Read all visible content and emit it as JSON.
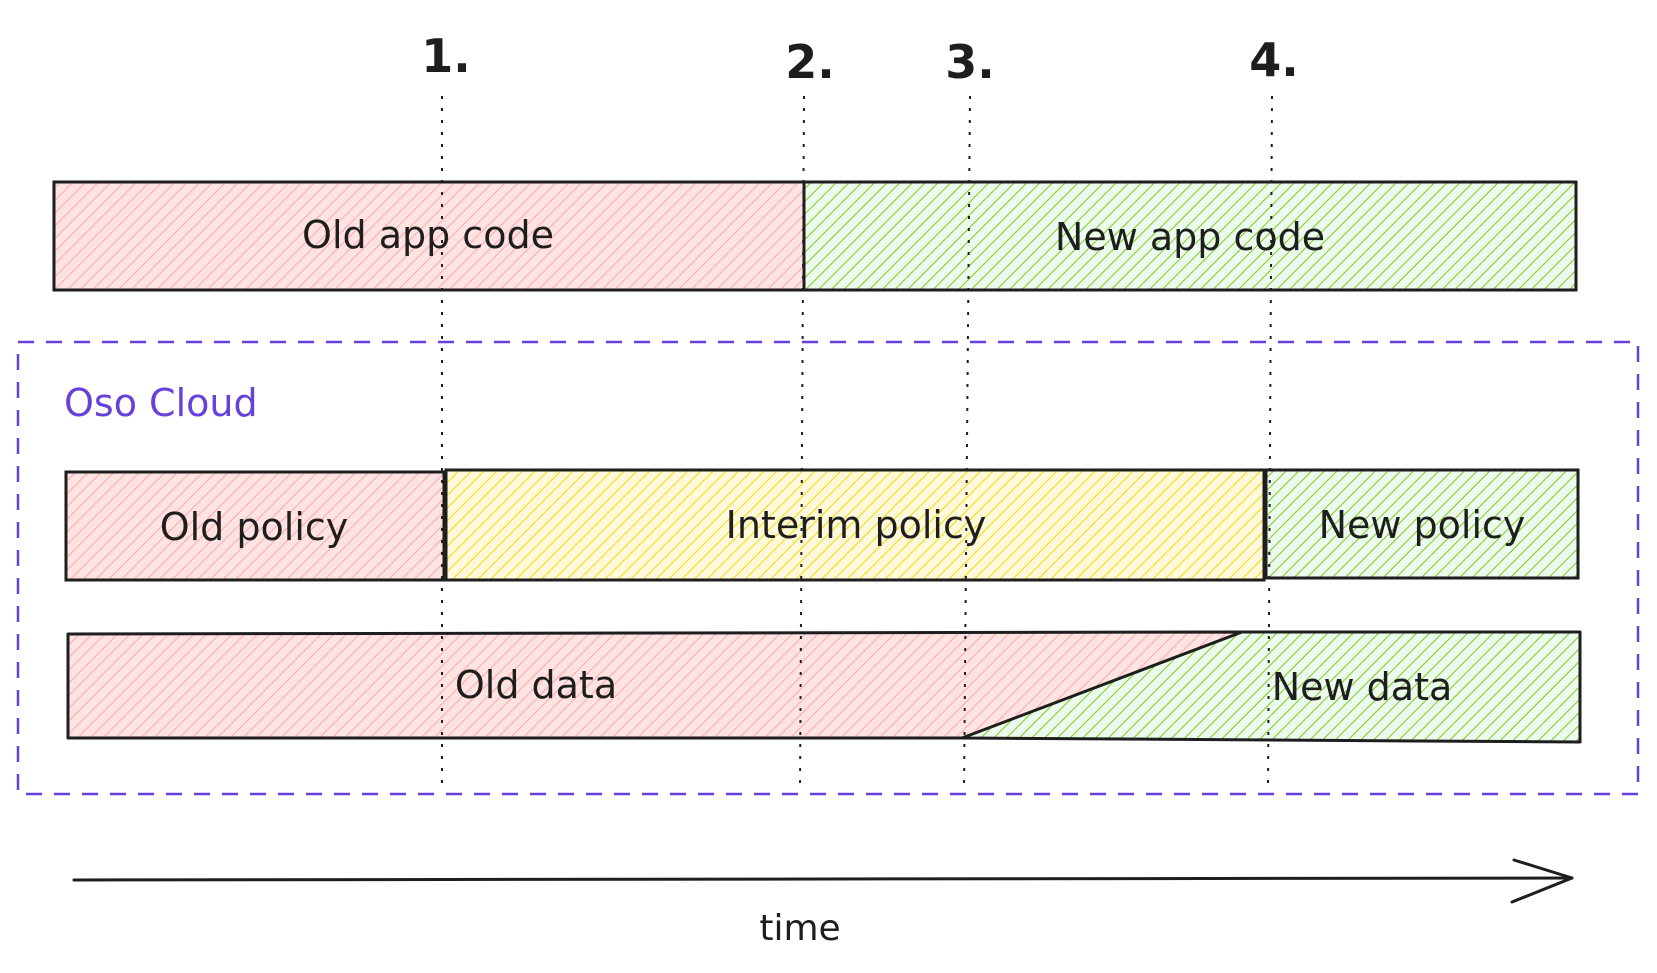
{
  "markers": [
    "1.",
    "2.",
    "3.",
    "4."
  ],
  "app_row": {
    "old_label": "Old app code",
    "new_label": "New app code"
  },
  "group": {
    "label": "Oso Cloud"
  },
  "policy_row": {
    "old_label": "Old policy",
    "interim_label": "Interim policy",
    "new_label": "New policy"
  },
  "data_row": {
    "old_label": "Old data",
    "new_label": "New data"
  },
  "axis": {
    "label": "time"
  },
  "colors": {
    "old": "#ffc9c9",
    "interim": "#ffec99",
    "new": "#b2f2bb",
    "old_hatch": "#ffa8a8",
    "interim_hatch": "#fab005",
    "new_hatch": "#82c91e",
    "group_border": "#6741d9",
    "group_label": "#6741d9",
    "stroke": "#1e1e1e"
  }
}
